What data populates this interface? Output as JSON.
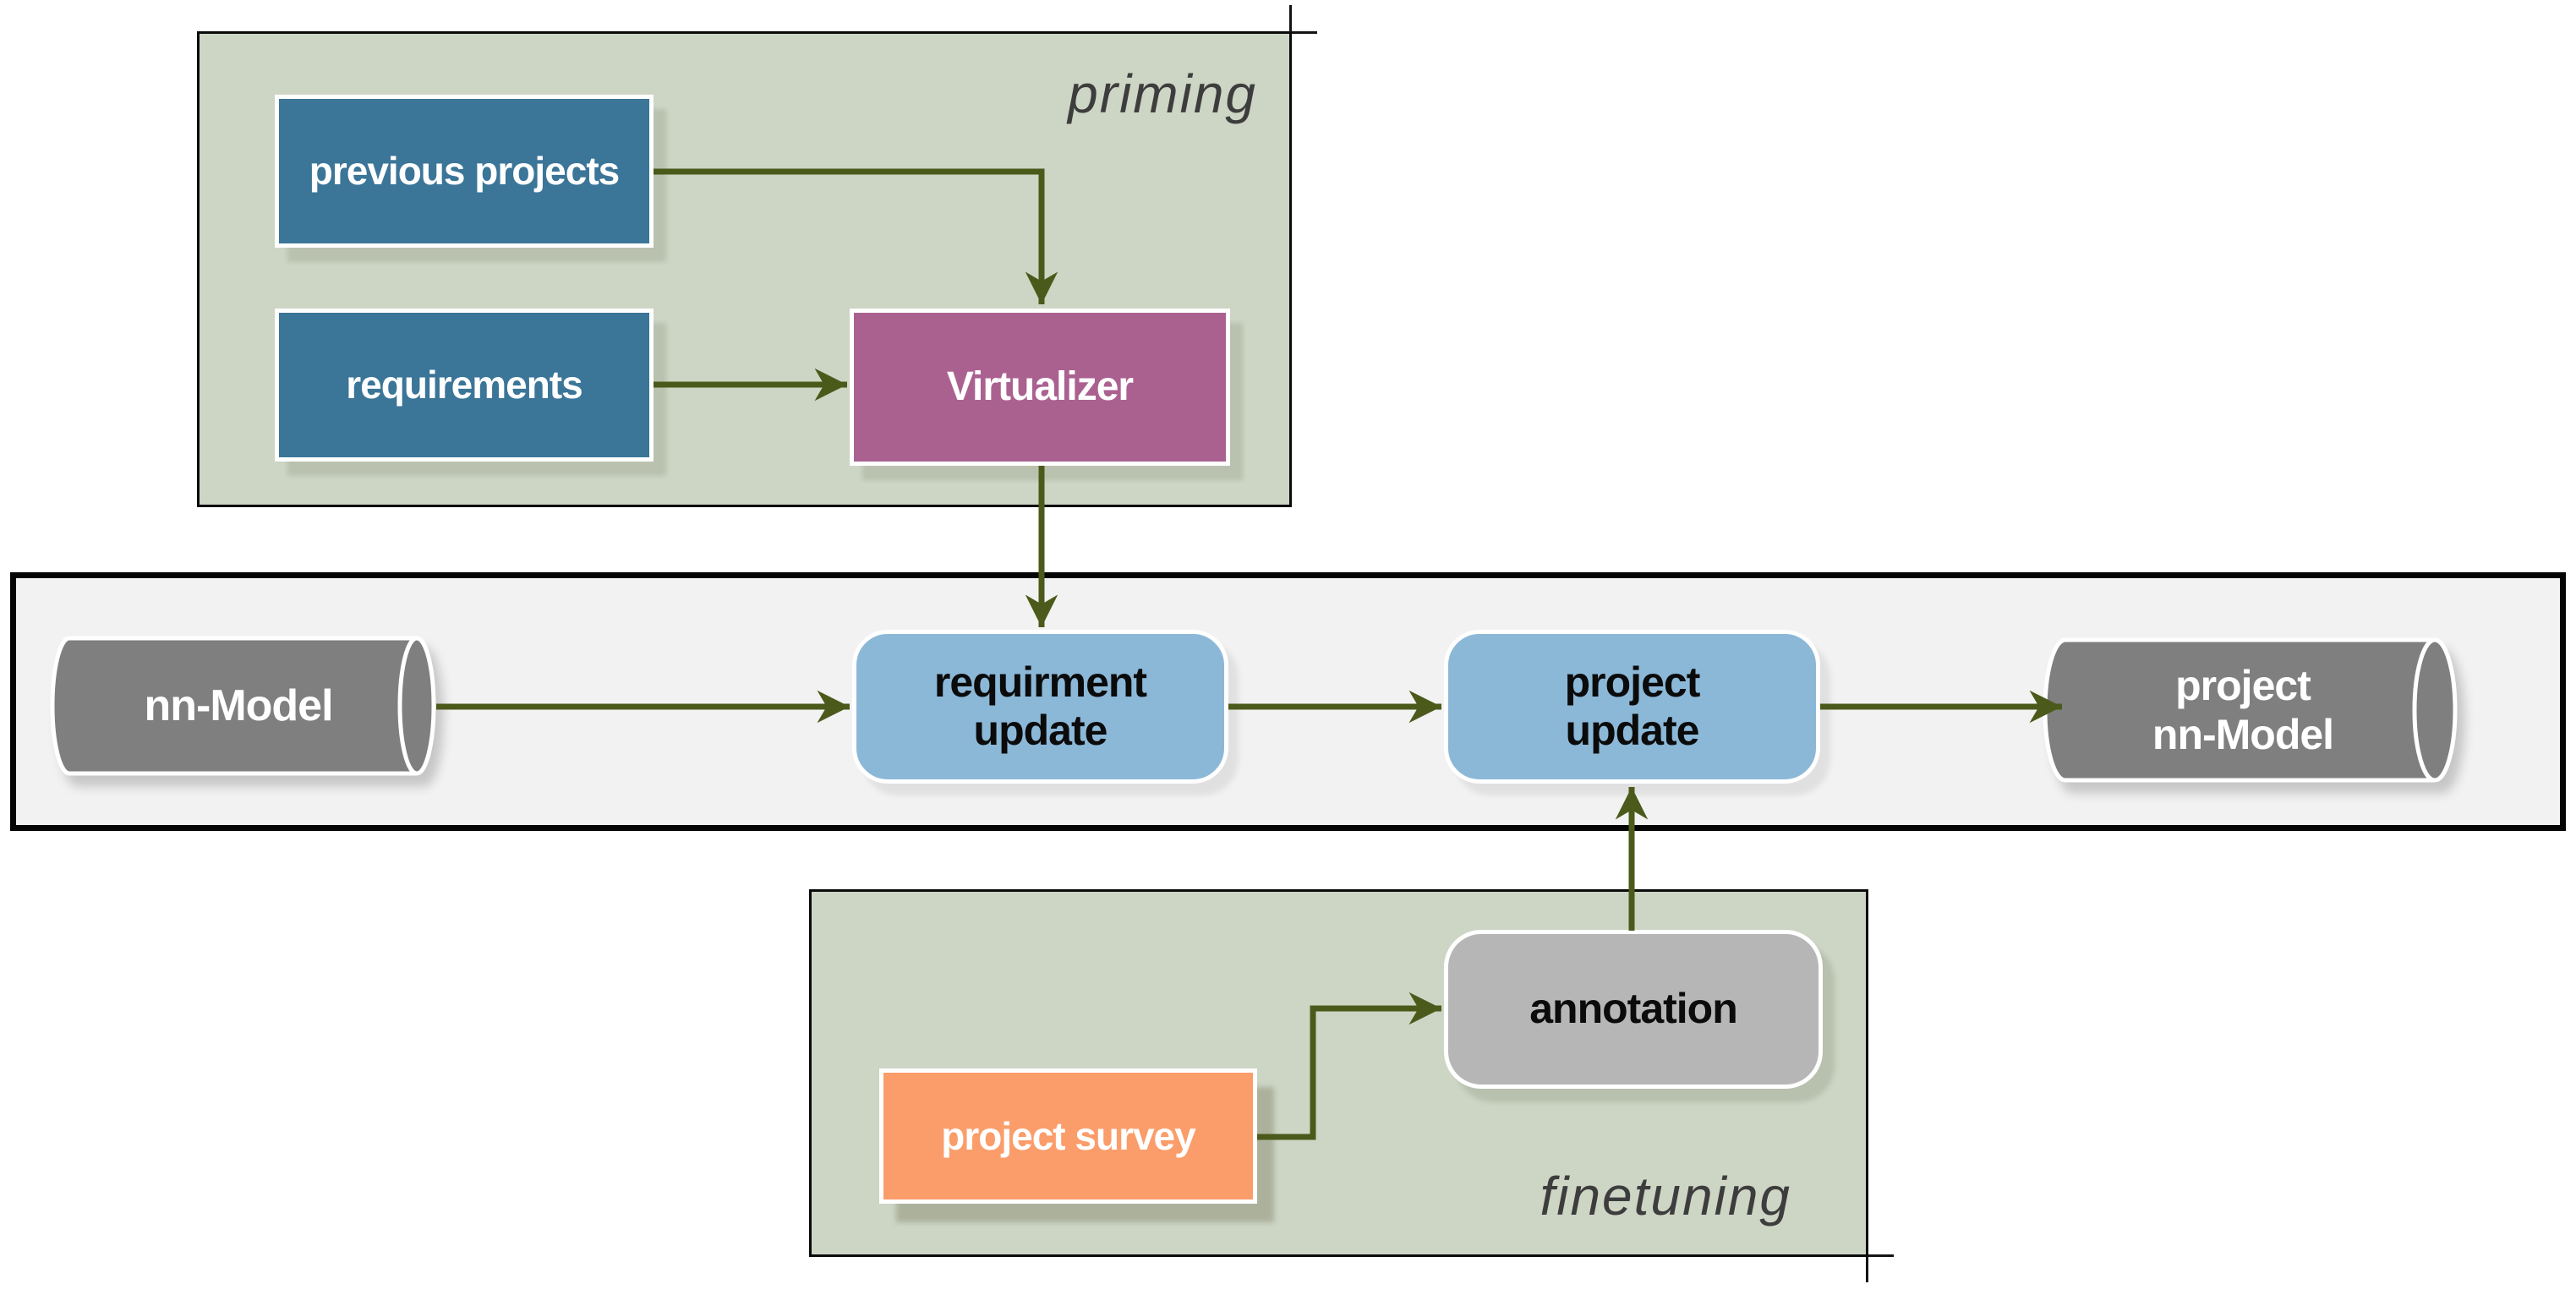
{
  "groups": {
    "priming": {
      "label": "priming"
    },
    "finetuning": {
      "label": "finetuning"
    }
  },
  "nodes": {
    "previous_projects": {
      "label": "previous projects"
    },
    "requirements": {
      "label": "requirements"
    },
    "virtualizer": {
      "label": "Virtualizer"
    },
    "nn_model": {
      "label": "nn-Model"
    },
    "requirement_update": {
      "line1": "requirment",
      "line2": "update"
    },
    "project_update": {
      "line1": "project",
      "line2": "update"
    },
    "project_nn_model": {
      "line1": "project",
      "line2": "nn-Model"
    },
    "annotation": {
      "label": "annotation"
    },
    "project_survey": {
      "label": "project survey"
    }
  },
  "edges": [
    {
      "from": "previous projects",
      "to": "Virtualizer"
    },
    {
      "from": "requirements",
      "to": "Virtualizer"
    },
    {
      "from": "Virtualizer",
      "to": "requirment update"
    },
    {
      "from": "nn-Model",
      "to": "requirment update"
    },
    {
      "from": "requirment update",
      "to": "project update"
    },
    {
      "from": "project update",
      "to": "project nn-Model"
    },
    {
      "from": "project survey",
      "to": "annotation"
    },
    {
      "from": "annotation",
      "to": "project update"
    }
  ],
  "colors": {
    "steel-blue": "#3b7598",
    "mauve": "#ab6190",
    "light-blue": "#8cb8d8",
    "cyl-gray": "#7f7f7f",
    "annot-gray": "#b6b6b6",
    "orange": "#fb9d6a",
    "panel-green": "#cdd5c5",
    "band-gray": "#f2f2f2",
    "arrow-olive": "#4b5a1a",
    "label-gray": "#3d3d3d"
  }
}
